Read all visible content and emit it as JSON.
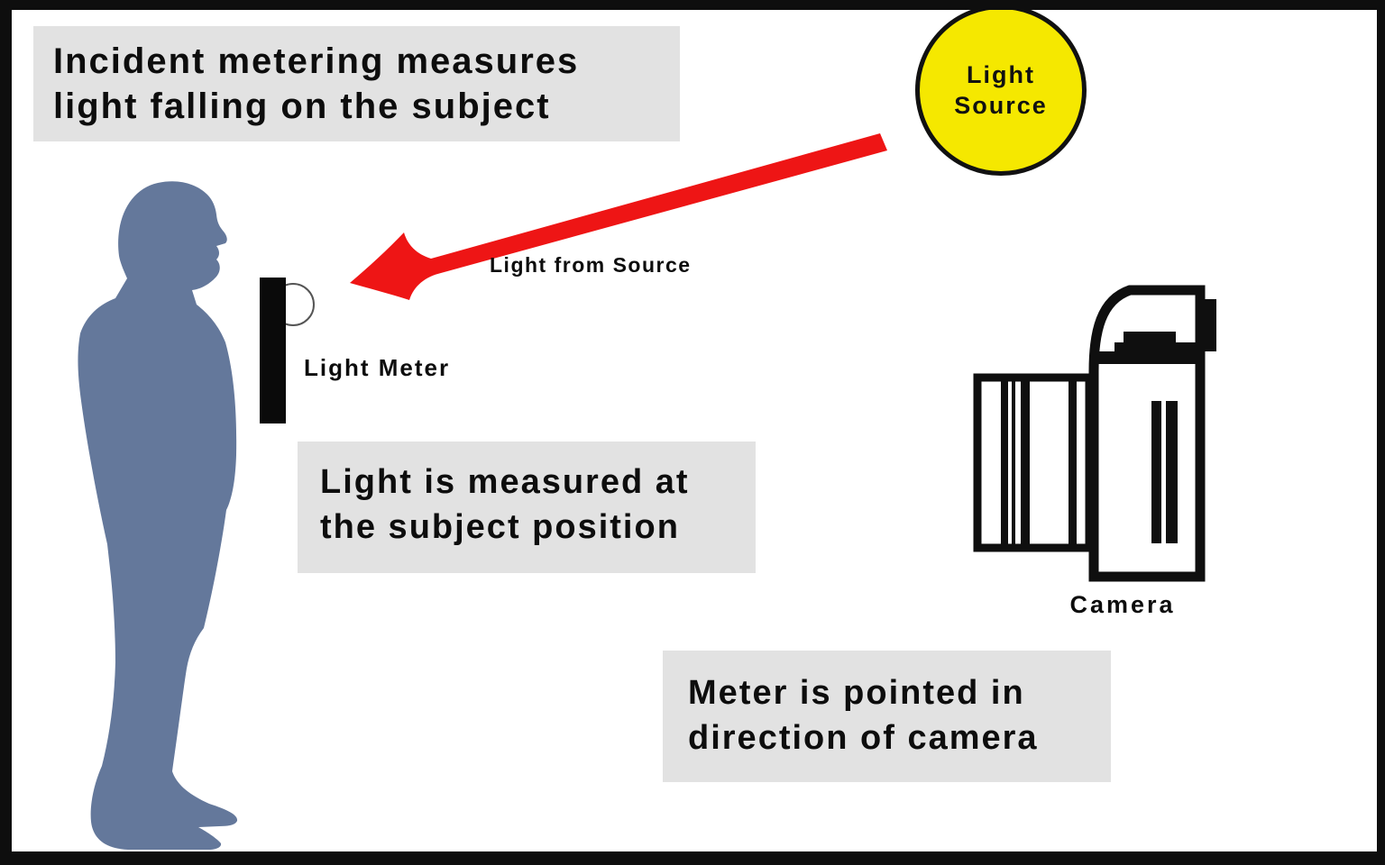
{
  "diagram": {
    "title_box": {
      "line1": "Incident metering measures",
      "line2": "light falling on the subject"
    },
    "light_source": {
      "line1": "Light",
      "line2": "Source"
    },
    "light_from_source_label": "Light from Source",
    "light_meter_label": "Light Meter",
    "measured_box": {
      "line1": "Light is measured at",
      "line2": "the subject position"
    },
    "camera_label": "Camera",
    "pointed_box": {
      "line1": "Meter is pointed in",
      "line2": "direction of camera"
    },
    "colors": {
      "silhouette_blue": "#64789b",
      "arrow_red": "#ee1515",
      "light_source_yellow": "#f5e800",
      "box_gray": "#e2e2e2",
      "frame_black": "#0e0e0e",
      "camera_ink": "#0f0f0f",
      "meter_black": "#0a0a0a",
      "dome_stroke": "#555555",
      "white": "#ffffff"
    }
  }
}
